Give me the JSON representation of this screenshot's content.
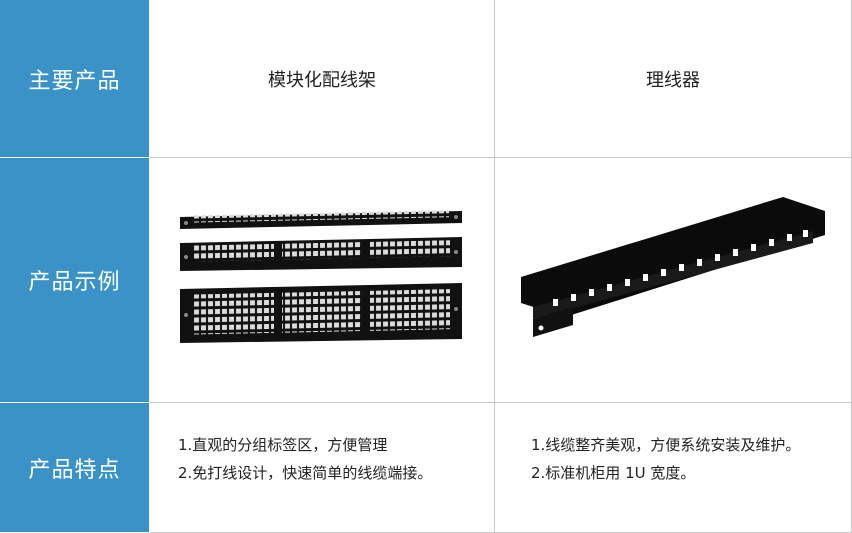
{
  "rows": {
    "products": "主要产品",
    "examples": "产品示例",
    "features": "产品特点"
  },
  "patch_panel": {
    "name": "模块化配线架",
    "features": [
      "1.直观的分组标签区，方便管理",
      "2.免打线设计，快速简单的线缆端接。"
    ]
  },
  "cable_manager": {
    "name": "理线器",
    "features": [
      "1.线缆整齐美观，方便系统安装及维护。",
      "2.标准机柜用 1U 宽度。"
    ]
  },
  "colors": {
    "header_bg": "#3b92c6",
    "header_text": "#ffffff",
    "border": "#c9c9c9",
    "device": "#111111"
  },
  "icons": [
    "patch-panel-image",
    "cable-manager-image"
  ]
}
